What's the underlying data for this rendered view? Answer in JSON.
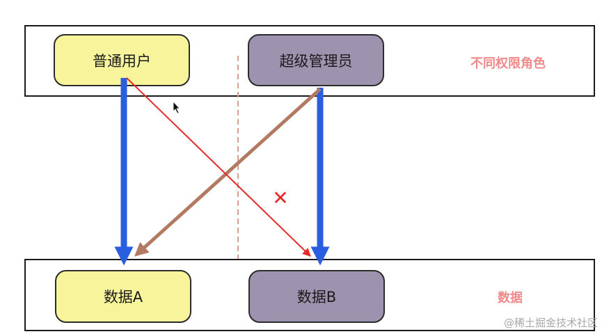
{
  "roles_label": "不同权限角色",
  "data_label": "数据",
  "nodes": {
    "user": "普通用户",
    "admin": "超级管理员",
    "data_a": "数据A",
    "data_b": "数据B"
  },
  "forbidden_mark": "✕",
  "watermark": "@稀土掘金技术社区",
  "colors": {
    "yellow_fill": "#f7f49b",
    "purple_fill": "#9d93ae",
    "allowed_arrow": "#2a5ee0",
    "forbidden_arrow": "#e62a2a",
    "cross_arrow": "#b37a62",
    "divider": "#d9a090",
    "side_label": "#f08a8a"
  }
}
